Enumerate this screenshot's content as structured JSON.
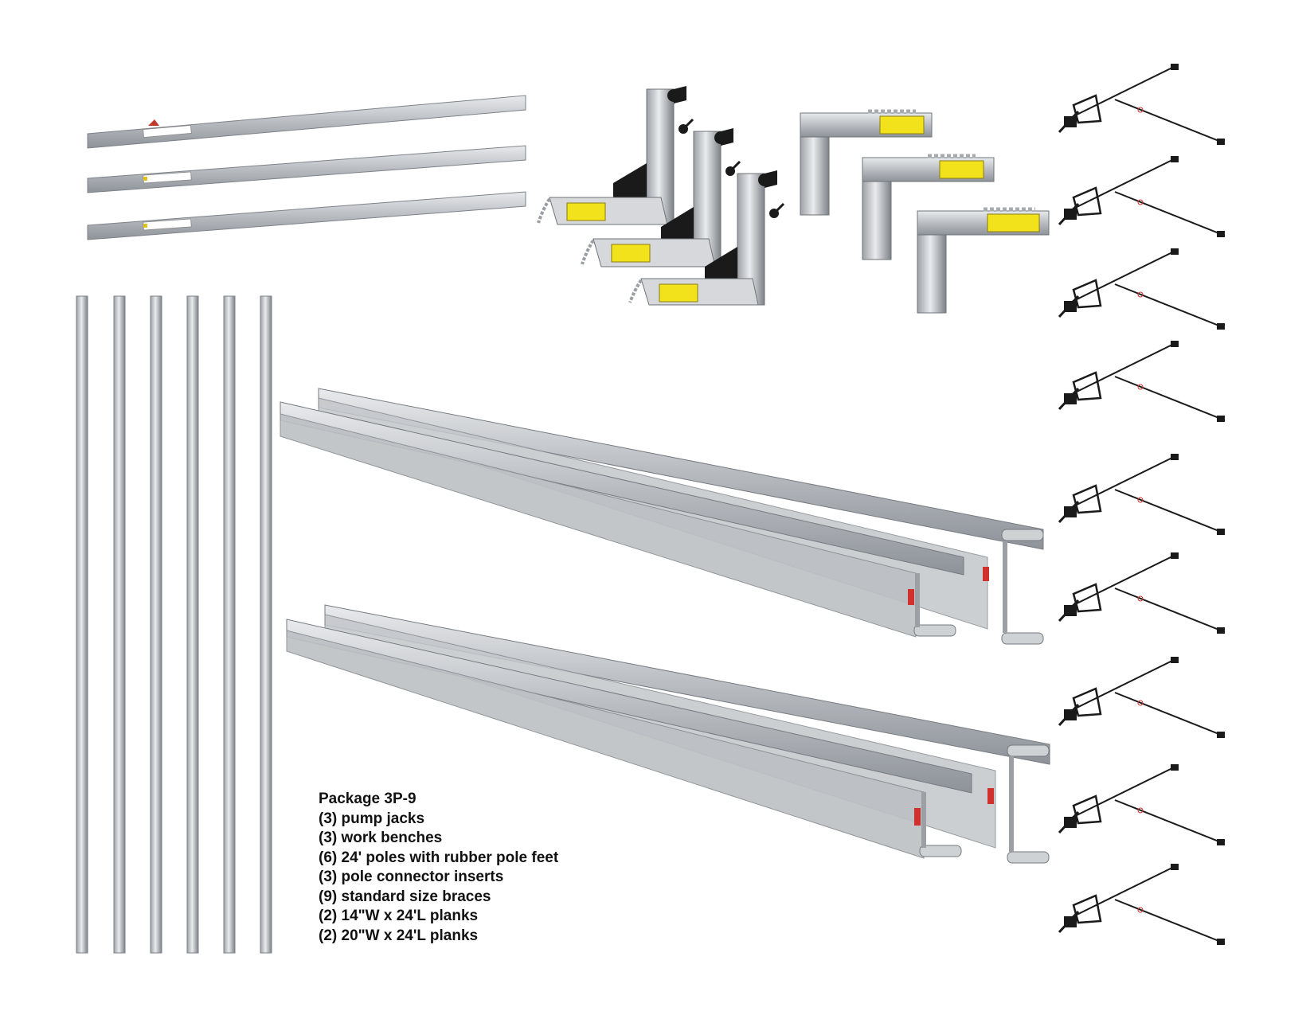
{
  "package": {
    "title": "Package 3P-9",
    "items": [
      "(3) pump jacks",
      "(3) work benches",
      "(6) 24' poles with rubber pole feet",
      "(3) pole connector inserts",
      "(9) standard size braces",
      "(2) 14\"W x 24'L planks",
      "(2) 20\"W x 24'L planks"
    ]
  },
  "colors": {
    "aluminum": "#c9ccd0",
    "aluminum_dark": "#8e9399",
    "label_yellow": "#f2e21b",
    "brace_black": "#1a1a1a",
    "reflector_red": "#d0312d"
  }
}
